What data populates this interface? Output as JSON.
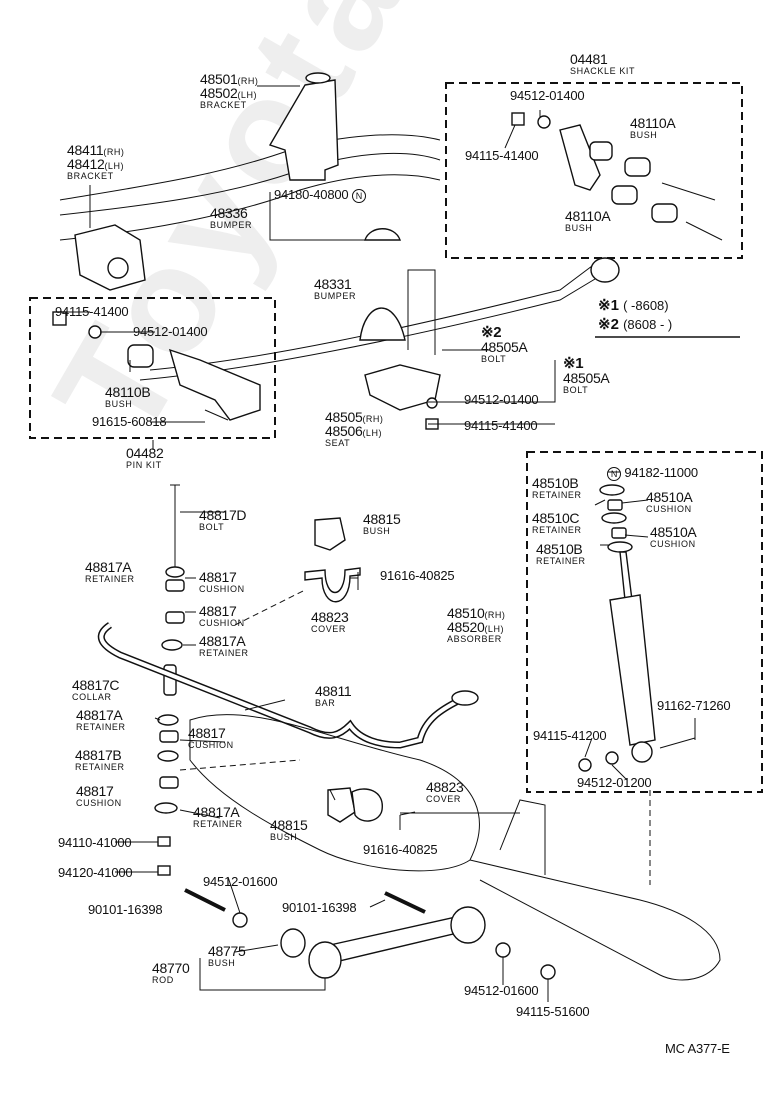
{
  "diagram": {
    "title_code": "MC A377-E",
    "watermark": "ToyotaCarMfg.ru",
    "notes": [
      {
        "mark": "※1",
        "range": "(        -8608)"
      },
      {
        "mark": "※2",
        "range": "(8608 -        )"
      }
    ],
    "parts": {
      "bracket_48501": {
        "numbers": [
          "48501",
          "48502"
        ],
        "sides": [
          "(RH)",
          "(LH)"
        ],
        "name": "BRACKET"
      },
      "bracket_48411": {
        "numbers": [
          "48411",
          "48412"
        ],
        "sides": [
          "(RH)",
          "(LH)"
        ],
        "name": "BRACKET"
      },
      "nut_94180": {
        "number": "94180-40800",
        "symbol": "N"
      },
      "bumper_48336": {
        "number": "48336",
        "name": "BUMPER"
      },
      "shackle_kit": {
        "number": "04481",
        "name": "SHACKLE KIT"
      },
      "shackle_washer": {
        "number": "94512-01400"
      },
      "shackle_nut": {
        "number": "94115-41400"
      },
      "shackle_bush1": {
        "number": "48110A",
        "name": "BUSH"
      },
      "shackle_bush2": {
        "number": "48110A",
        "name": "BUSH"
      },
      "bumper_48331": {
        "number": "48331",
        "name": "BUMPER"
      },
      "pin_nut": {
        "number": "94115-41400"
      },
      "pin_washer": {
        "number": "94512-01400"
      },
      "pin_bush": {
        "number": "48110B",
        "name": "BUSH"
      },
      "pin_bolt": {
        "number": "91615-60818"
      },
      "pin_kit": {
        "number": "04482",
        "name": "PIN KIT"
      },
      "ubolt_2": {
        "mark": "※2",
        "number": "48505A",
        "name": "BOLT"
      },
      "ubolt_1": {
        "mark": "※1",
        "number": "48505A",
        "name": "BOLT"
      },
      "seat": {
        "numbers": [
          "48505",
          "48506"
        ],
        "sides": [
          "(RH)",
          "(LH)"
        ],
        "name": "SEAT"
      },
      "seat_washer": {
        "number": "94512-01400"
      },
      "seat_nut": {
        "number": "94115-41400"
      },
      "abs_nut_top": {
        "number": "94182-11000",
        "symbol": "N"
      },
      "abs_retainer_b1": {
        "number": "48510B",
        "name": "RETAINER"
      },
      "abs_cushion_a1": {
        "number": "48510A",
        "name": "CUSHION"
      },
      "abs_retainer_c": {
        "number": "48510C",
        "name": "RETAINER"
      },
      "abs_cushion_a2": {
        "number": "48510A",
        "name": "CUSHION"
      },
      "abs_retainer_b2": {
        "number": "48510B",
        "name": "RETAINER"
      },
      "absorber": {
        "numbers": [
          "48510",
          "48520"
        ],
        "sides": [
          "(RH)",
          "(LH)"
        ],
        "name": "ABSORBER"
      },
      "abs_bolt": {
        "number": "91162-71260"
      },
      "abs_nut": {
        "number": "94115-41200"
      },
      "abs_washer": {
        "number": "94512-01200"
      },
      "stab_bolt": {
        "number": "48817D",
        "name": "BOLT"
      },
      "stab_retainer_a1": {
        "number": "48817A",
        "name": "RETAINER"
      },
      "stab_cushion1": {
        "number": "48817",
        "name": "CUSHION"
      },
      "stab_cushion2": {
        "number": "48817",
        "name": "CUSHION"
      },
      "stab_retainer_a2": {
        "number": "48817A",
        "name": "RETAINER"
      },
      "stab_collar": {
        "number": "48817C",
        "name": "COLLAR"
      },
      "stab_retainer_a3": {
        "number": "48817A",
        "name": "RETAINER"
      },
      "stab_cushion3": {
        "number": "48817",
        "name": "CUSHION"
      },
      "stab_retainer_b": {
        "number": "48817B",
        "name": "RETAINER"
      },
      "stab_cushion4": {
        "number": "48817",
        "name": "CUSHION"
      },
      "stab_retainer_a4": {
        "number": "48817A",
        "name": "RETAINER"
      },
      "stab_nut1": {
        "number": "94110-41000"
      },
      "stab_nut2": {
        "number": "94120-41000"
      },
      "bar_bush_top": {
        "number": "48815",
        "name": "BUSH"
      },
      "bar_cover_top": {
        "number": "48823",
        "name": "COVER"
      },
      "bar_bolt_top": {
        "number": "91616-40825"
      },
      "stab_bar": {
        "number": "48811",
        "name": "BAR"
      },
      "bar_cover_bottom": {
        "number": "48823",
        "name": "COVER"
      },
      "bar_bush_bottom": {
        "number": "48815",
        "name": "BUSH"
      },
      "bar_bolt_bottom": {
        "number": "91616-40825"
      },
      "rod_bolt_left": {
        "number": "90101-16398"
      },
      "rod_washer_left": {
        "number": "94512-01600"
      },
      "rod_bolt_right": {
        "number": "90101-16398"
      },
      "rod_bush": {
        "number": "48775",
        "name": "BUSH"
      },
      "rod": {
        "number": "48770",
        "name": "ROD"
      },
      "rod_washer_right": {
        "number": "94512-01600"
      },
      "rod_nut_right": {
        "number": "94115-51600"
      }
    }
  }
}
